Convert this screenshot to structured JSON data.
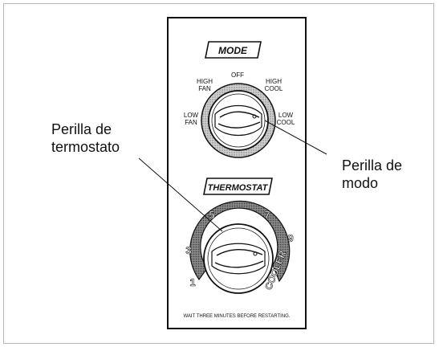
{
  "panel": {
    "mode_badge": "MODE",
    "mode_positions": {
      "off": "OFF",
      "high_fan_1": "HIGH",
      "high_fan_2": "FAN",
      "high_cool_1": "HIGH",
      "high_cool_2": "COOL",
      "low_fan_1": "LOW",
      "low_fan_2": "FAN",
      "low_cool_1": "LOW",
      "low_cool_2": "COOL"
    },
    "thermostat_badge": "THERMOSTAT",
    "thermostat_numbers": [
      "1",
      "3",
      "5",
      "7",
      "9"
    ],
    "cooler_label": "COOLER",
    "footer_note": "WAIT THREE MINUTES BEFORE RESTARTING."
  },
  "callouts": {
    "thermostat_knob_1": "Perilla de",
    "thermostat_knob_2": "termostato",
    "mode_knob_1": "Perilla de",
    "mode_knob_2": "modo"
  }
}
